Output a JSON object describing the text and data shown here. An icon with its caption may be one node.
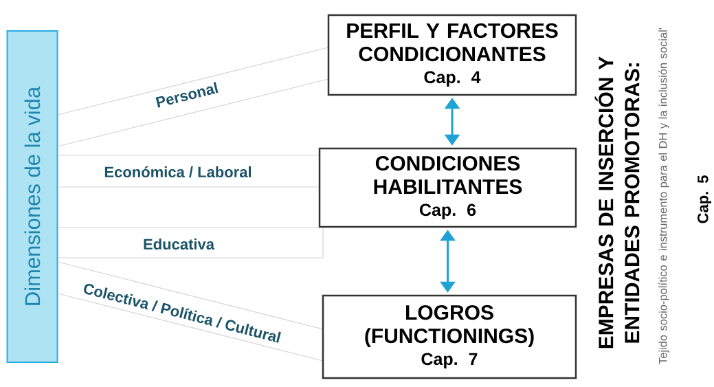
{
  "diagram": {
    "nodes": [
      {
        "text": [
          "Dimensiones de la vida"
        ]
      },
      {
        "text": [
          "PERFIL Y FACTORES CONDICIONANTES",
          "Cap. 4"
        ]
      },
      {
        "text": [
          "CONDICIONES HABILITANTES",
          "Cap. 6"
        ]
      },
      {
        "text": [
          "LOGROS (FUNCTIONINGS)",
          "Cap. 7"
        ]
      }
    ],
    "edges": [
      {
        "from": 0,
        "to": 1,
        "arrow": "none",
        "label": "Personal"
      },
      {
        "from": 0,
        "to": 2,
        "arrow": "none",
        "label": "Económica / Laboral"
      },
      {
        "from": 0,
        "to": 2,
        "arrow": "none",
        "label": "Educativa"
      },
      {
        "from": 0,
        "to": 3,
        "arrow": "none",
        "label": "Colectiva / Política / Cultural"
      },
      {
        "from": 1,
        "to": 2,
        "arrow": "both",
        "style": "thick",
        "color": "#1fa3d6"
      },
      {
        "from": 2,
        "to": 3,
        "arrow": "both",
        "style": "thick",
        "color": "#1fa3d6"
      }
    ],
    "labels": [
      "EMPRESAS DE INSERCIÓN Y ENTIDADES PROMOTORAS:",
      "Tejido socio-político e instrumento para el DH y la inclusión social'",
      "Cap. 5"
    ]
  }
}
